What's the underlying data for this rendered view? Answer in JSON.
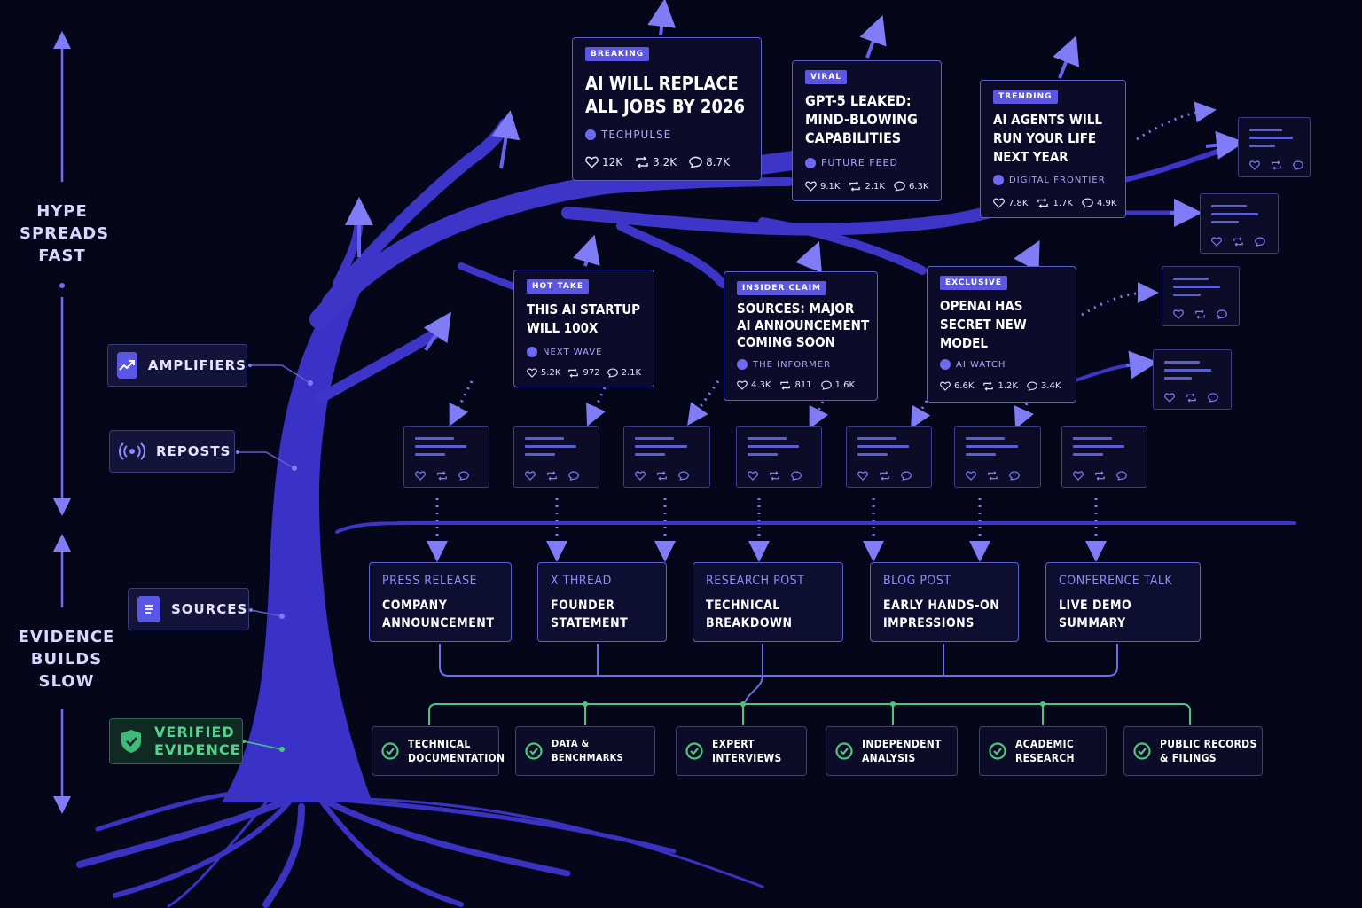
{
  "side": {
    "hype": [
      "HYPE",
      "SPREADS",
      "FAST"
    ],
    "evidence": [
      "EVIDENCE",
      "BUILDS",
      "SLOW"
    ]
  },
  "legend": {
    "amplifiers": {
      "label": "AMPLIFIERS",
      "icon": "trend-up-icon"
    },
    "reposts": {
      "label": "REPOSTS",
      "icon": "broadcast-icon"
    },
    "sources": {
      "label": "SOURCES",
      "icon": "document-icon"
    },
    "verified": {
      "label": [
        "VERIFIED",
        "EVIDENCE"
      ],
      "icon": "shield-check-icon"
    }
  },
  "posts": [
    {
      "badge": "BREAKING",
      "title": [
        "AI WILL REPLACE",
        "ALL JOBS BY 2026"
      ],
      "source": "TECHPULSE",
      "likes": "12K",
      "reposts": "3.2K",
      "comments": "8.7K"
    },
    {
      "badge": "VIRAL",
      "title": [
        "GPT-5 LEAKED:",
        "MIND-BLOWING",
        "CAPABILITIES"
      ],
      "source": "FUTURE FEED",
      "likes": "9.1K",
      "reposts": "2.1K",
      "comments": "6.3K"
    },
    {
      "badge": "TRENDING",
      "title": [
        "AI AGENTS WILL",
        "RUN YOUR LIFE",
        "NEXT YEAR"
      ],
      "source": "DIGITAL FRONTIER",
      "likes": "7.8K",
      "reposts": "1.7K",
      "comments": "4.9K"
    },
    {
      "badge": "HOT TAKE",
      "title": [
        "THIS AI STARTUP",
        "WILL 100X"
      ],
      "source": "NEXT WAVE",
      "likes": "5.2K",
      "reposts": "972",
      "comments": "2.1K"
    },
    {
      "badge": "INSIDER CLAIM",
      "title": [
        "SOURCES: MAJOR",
        "AI ANNOUNCEMENT",
        "COMING SOON"
      ],
      "source": "THE INFORMER",
      "likes": "4.3K",
      "reposts": "811",
      "comments": "1.6K"
    },
    {
      "badge": "EXCLUSIVE",
      "title": [
        "OPENAI HAS",
        "SECRET NEW",
        "MODEL"
      ],
      "source": "AI WATCH",
      "likes": "6.6K",
      "reposts": "1.2K",
      "comments": "3.4K"
    }
  ],
  "sources": [
    {
      "kind": "PRESS RELEASE",
      "text": [
        "COMPANY",
        "ANNOUNCEMENT"
      ]
    },
    {
      "kind": "X THREAD",
      "text": [
        "FOUNDER",
        "STATEMENT"
      ]
    },
    {
      "kind": "RESEARCH POST",
      "text": [
        "TECHNICAL",
        "BREAKDOWN"
      ]
    },
    {
      "kind": "BLOG POST",
      "text": [
        "EARLY HANDS-ON",
        "IMPRESSIONS"
      ]
    },
    {
      "kind": "CONFERENCE TALK",
      "text": [
        "LIVE DEMO",
        "SUMMARY"
      ]
    }
  ],
  "evidence": [
    {
      "text": [
        "TECHNICAL",
        "DOCUMENTATION"
      ]
    },
    {
      "text": [
        "DATA & BENCHMARKS"
      ]
    },
    {
      "text": [
        "EXPERT",
        "INTERVIEWS"
      ]
    },
    {
      "text": [
        "INDEPENDENT",
        "ANALYSIS"
      ]
    },
    {
      "text": [
        "ACADEMIC",
        "RESEARCH"
      ]
    },
    {
      "text": [
        "PUBLIC RECORDS",
        "& FILINGS"
      ]
    }
  ],
  "colors": {
    "accent": "#5b57e2",
    "tree": "#3d35c8",
    "green": "#4bc77f",
    "background": "#06061a"
  }
}
